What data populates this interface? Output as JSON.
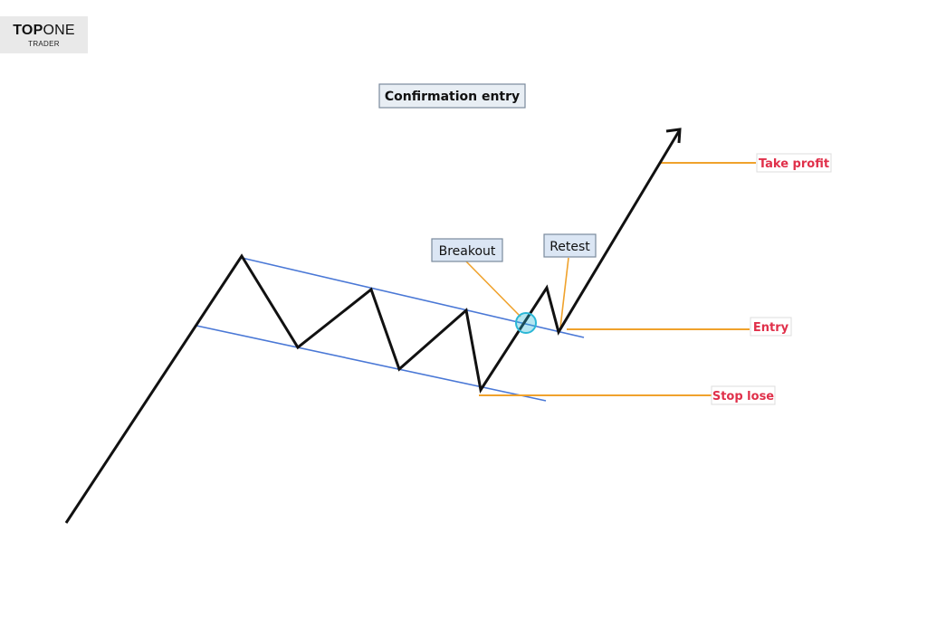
{
  "logo": {
    "brand_bold": "TOP",
    "brand_light": "ONE",
    "subtitle": "TRADER"
  },
  "diagram": {
    "title": "Confirmation entry",
    "callouts": {
      "breakout": "Breakout",
      "retest": "Retest"
    },
    "levels": {
      "take_profit": "Take profit",
      "entry": "Entry",
      "stop_loss": "Stop lose"
    },
    "colors": {
      "price_line": "#111111",
      "channel_line": "#4a78d6",
      "level_line": "#f0a22c",
      "level_text": "#e0304a",
      "breakout_marker": "#2bb7d6"
    }
  }
}
